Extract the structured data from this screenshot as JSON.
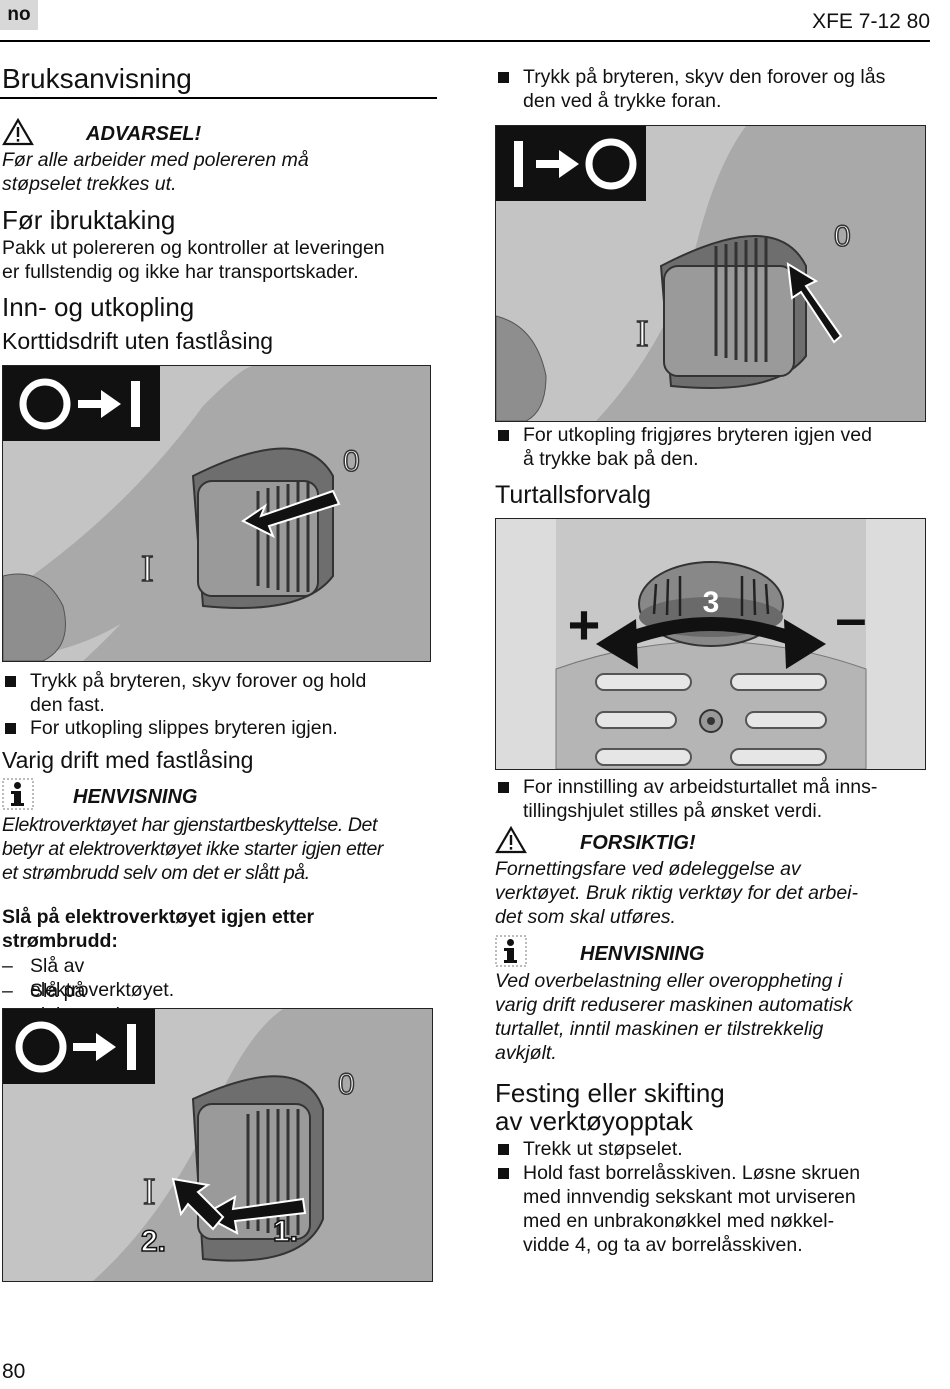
{
  "header": {
    "lang": "no",
    "doc_code": "XFE 7-12 80"
  },
  "page_title": "Bruksanvisning",
  "warning": {
    "label": "ADVARSEL!",
    "lines": [
      "Før alle arbeider med polereren må",
      "støpselet trekkes ut."
    ]
  },
  "before_use": {
    "heading": "Før ibruktaking",
    "lines": [
      "Pakk ut polereren og kontroller at leveringen",
      "er fullstendig og ikke har transportskader."
    ]
  },
  "switching": {
    "heading": "Inn- og utkopling",
    "short_term_heading": "Korttidsdrift uten fastlåsing",
    "short_term_bullets": [
      {
        "lines": [
          "Trykk på bryteren, skyv forover og hold",
          "den fast."
        ]
      },
      {
        "lines": [
          "For utkopling slippes bryteren igjen."
        ]
      }
    ],
    "permanent_heading": "Varig drift med fastlåsing"
  },
  "note1": {
    "label": "HENVISNING",
    "lines": [
      "Elektroverktøyet har gjenstartbeskyttelse. Det",
      "betyr at elektroverktøyet ikke starter igjen etter",
      "et strømbrudd selv om det er slått på."
    ]
  },
  "restart": {
    "heading_lines": [
      "Slå på elektroverktøyet igjen etter",
      "strømbrudd:"
    ],
    "steps": [
      {
        "dash": "–",
        "text": "Slå av elektroverktøyet."
      },
      {
        "dash": "–",
        "text": "Slå på elektroverktøyet igjen."
      }
    ]
  },
  "right_col": {
    "lock_bullet": [
      "Trykk på bryteren, skyv den forover og lås",
      "den ved å trykke foran."
    ],
    "off_bullet": [
      "For utkopling frigjøres bryteren igjen ved",
      "å trykke bak på den."
    ],
    "speed_heading": "Turtallsforvalg",
    "speed_bullet": [
      "For innstilling av arbeidsturtallet må inns-",
      "tillingshjulet stilles på ønsket verdi."
    ]
  },
  "caution": {
    "label": "FORSIKTIG!",
    "lines": [
      "Fornettingsfare ved ødeleggelse av",
      "verktøyet. Bruk riktig verktøy for det arbei-",
      "det som skal utføres."
    ]
  },
  "note2": {
    "label": "HENVISNING",
    "lines": [
      "Ved overbelastning eller overoppheting i",
      "varig drift reduserer maskinen automatisk",
      "turtallet, inntil maskinen er tilstrekkelig",
      "avkjølt."
    ]
  },
  "tool_change": {
    "heading_lines": [
      "Festing eller skifting",
      "av verktøyopptak"
    ],
    "bullets": [
      {
        "lines": [
          "Trekk ut støpselet."
        ]
      },
      {
        "lines": [
          "Hold fast borrelåsskiven. Løsne skruen",
          "med innvendig sekskant mot urviseren",
          "med en unbrakonøkkel med nøkkel-",
          "vidde 4, og ta av borrelåsskiven."
        ]
      }
    ]
  },
  "figures": {
    "switch_on_marker": "I",
    "switch_off_marker": "0",
    "speed_dial_value": "3",
    "speed_plus": "+",
    "speed_minus": "–",
    "step1": "1.",
    "step2": "2."
  },
  "page_number": "80"
}
